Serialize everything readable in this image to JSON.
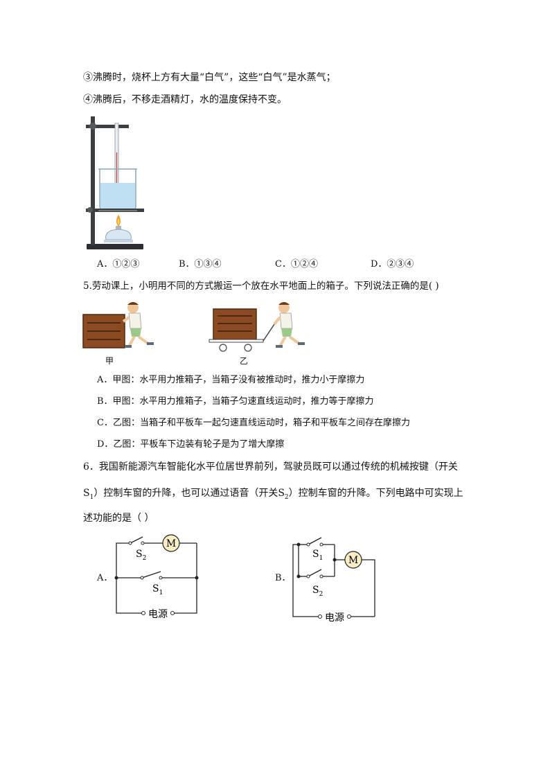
{
  "q4": {
    "stmt3": "③沸腾时，烧杯上方有大量“白气”，这些“白气”是水蒸气；",
    "stmt4": "④沸腾后，不移走酒精灯，水的温度保持不变。",
    "options": [
      {
        "label": "A．①②③"
      },
      {
        "label": "B．①③④"
      },
      {
        "label": "C．①②④"
      },
      {
        "label": "D．②③④"
      }
    ]
  },
  "q5": {
    "stem": "5.劳动课上，小明用不同的方式搬运一个放在水平地面上的箱子。下列说法正确的是(        )",
    "caption_a": "甲",
    "caption_b": "乙",
    "options": [
      {
        "label": "A．甲图：水平用力推箱子，当箱子没有被推动时，推力小于摩擦力"
      },
      {
        "label": "B．甲图：水平用力推箱子，当箱子匀速直线运动时，推力等于摩擦力"
      },
      {
        "label": "C．乙图：当箱子和平板车一起匀速直线运动时，箱子和平板车之间存在摩擦力"
      },
      {
        "label": "D．乙图：平板车下边装有轮子是为了增大摩擦"
      }
    ]
  },
  "q6": {
    "line1": "6．我国新能源汽车智能化水平位居世界前列，驾驶员既可以通过传统的机械按键（开关",
    "line2_a": "S",
    "line2_sub1": "1",
    "line2_b": "）控制车窗的升降，也可以通过语音（开关S",
    "line2_sub2": "2",
    "line2_c": "）控制车窗的升降。下列电路中可实现上",
    "line3": "述功能的是（        ）",
    "circuit_a": {
      "option": "A．",
      "s2": "S",
      "s2sub": "2",
      "s1": "S",
      "s1sub": "1",
      "motor": "M",
      "power": "电源"
    },
    "circuit_b": {
      "option": "B．",
      "s1": "S",
      "s1sub": "1",
      "s2": "S",
      "s2sub": "2",
      "motor": "M",
      "power": "电源"
    }
  }
}
